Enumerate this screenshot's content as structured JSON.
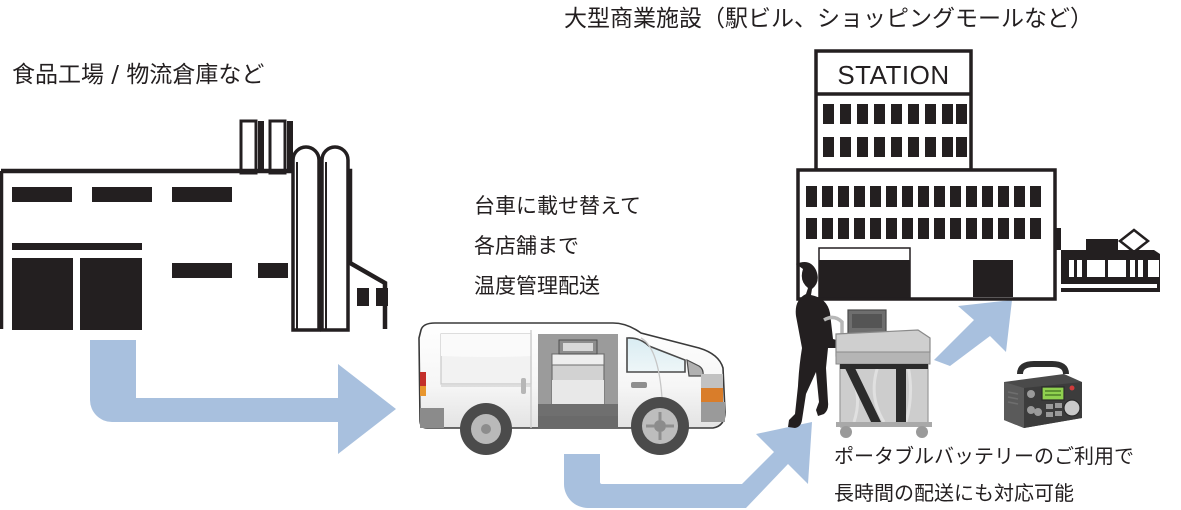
{
  "diagram": {
    "title_note": "冷蔵・冷凍配送フロー図",
    "background_color": "#ffffff",
    "ink_color": "#231f20",
    "arrow_color": "#a8c0de"
  },
  "labels": {
    "origin": "食品工場 / 物流倉庫など",
    "destination": "大型商業施設（駅ビル、ショッピングモールなど）",
    "middle_step": {
      "line1": "台車に載せ替えて",
      "line2": "各店舗まで",
      "line3": "温度管理配送"
    },
    "battery_note": {
      "line1": "ポータブルバッテリーのご利用で",
      "line2": "長時間の配送にも対応可能"
    }
  },
  "station": {
    "sign_text": "STATION",
    "tower_window_rows": 2,
    "tower_windows_per_row": 9,
    "wing_window_rows": 2,
    "wing_windows_per_row": 16
  },
  "factory": {
    "chimney_count": 2,
    "silo_count": 2,
    "band_windows": 3,
    "door_count": 2,
    "annex_window_count": 2
  },
  "arrows": [
    {
      "name": "factory-to-van",
      "direction": "right",
      "color": "#a8c0de"
    },
    {
      "name": "van-to-cart",
      "direction": "up-right",
      "color": "#a8c0de"
    },
    {
      "name": "cart-to-station",
      "direction": "up-right",
      "color": "#a8c0de"
    }
  ],
  "objects": {
    "van": "refrigerated-delivery-van",
    "cart": "insulated-rolling-cart",
    "person": "delivery-worker-silhouette",
    "train": "commuter-train",
    "battery": "portable-power-station"
  }
}
